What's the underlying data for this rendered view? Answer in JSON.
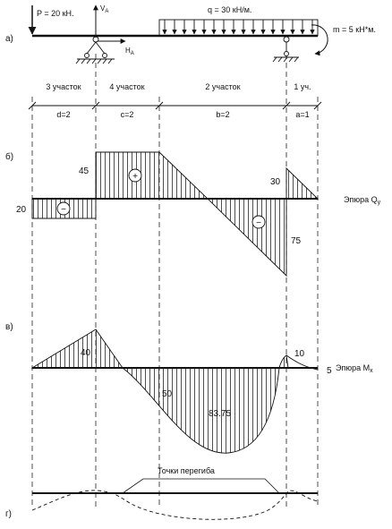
{
  "row_labels": {
    "a": "а)",
    "b": "б)",
    "v": "в)",
    "g": "г)"
  },
  "loads": {
    "force": "P = 20 кН.",
    "distributed": "q = 30 кН/м.",
    "moment": "m = 5 кН*м.",
    "reaction_v": "V",
    "reaction_v_sub": "A",
    "reaction_h": "H",
    "reaction_h_sub": "A"
  },
  "segments": [
    {
      "name": "3 участок",
      "len": "d=2"
    },
    {
      "name": "4 участок",
      "len": "c=2"
    },
    {
      "name": "2 участок",
      "len": "b=2"
    },
    {
      "name": "1 уч.",
      "len": "a=1"
    }
  ],
  "shear": {
    "title": "Эпюра Q",
    "title_sub": "y",
    "values": {
      "left": "20",
      "up45": "45",
      "up30": "30",
      "down75": "75"
    },
    "signs": {
      "plus": "+",
      "minus": "−"
    }
  },
  "moment": {
    "title": "Эпюра M",
    "title_sub": "x",
    "values": {
      "v40": "40",
      "v10": "10",
      "v5": "5",
      "v50": "50",
      "v83": "83.75"
    }
  },
  "deflection": {
    "label": "Точки перегиба"
  },
  "colors": {
    "ink": "#111111",
    "background": "#ffffff"
  }
}
